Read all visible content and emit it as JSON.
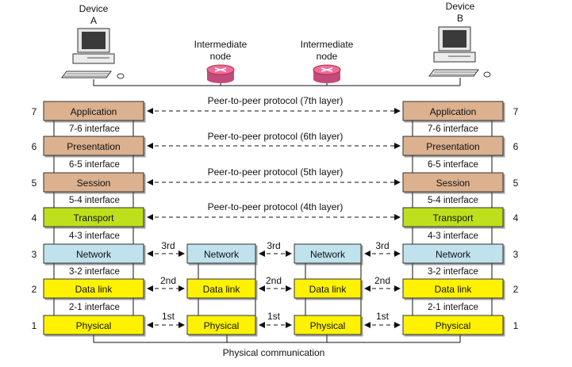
{
  "devices": [
    {
      "label_line1": "Device",
      "label_line2": "A"
    },
    {
      "label_line1": "Device",
      "label_line2": "B"
    }
  ],
  "nodes": [
    {
      "label_line1": "Intermediate",
      "label_line2": "node"
    },
    {
      "label_line1": "Intermediate",
      "label_line2": "node"
    }
  ],
  "layers": {
    "application": "Application",
    "presentation": "Presentation",
    "session": "Session",
    "transport": "Transport",
    "network": "Network",
    "datalink": "Data link",
    "physical": "Physical"
  },
  "layer_numbers": [
    "7",
    "6",
    "5",
    "4",
    "3",
    "2",
    "1"
  ],
  "interfaces": {
    "i76": "7-6 interface",
    "i65": "6-5 interface",
    "i54": "5-4 interface",
    "i43": "4-3 interface",
    "i32": "3-2 interface",
    "i21": "2-1 interface"
  },
  "protocols": {
    "p7": "Peer-to-peer protocol (7th layer)",
    "p6": "Peer-to-peer protocol (6th layer)",
    "p5": "Peer-to-peer protocol (5th layer)",
    "p4": "Peer-to-peer protocol (4th layer)"
  },
  "hops": {
    "third": "3rd",
    "second": "2nd",
    "first": "1st"
  },
  "physical_communication": "Physical communication",
  "colors": {
    "upper": "#dcb18f",
    "transport": "#bedf1e",
    "network": "#bfe2ec",
    "lower": "#fff200",
    "router": "#f06aa0"
  }
}
